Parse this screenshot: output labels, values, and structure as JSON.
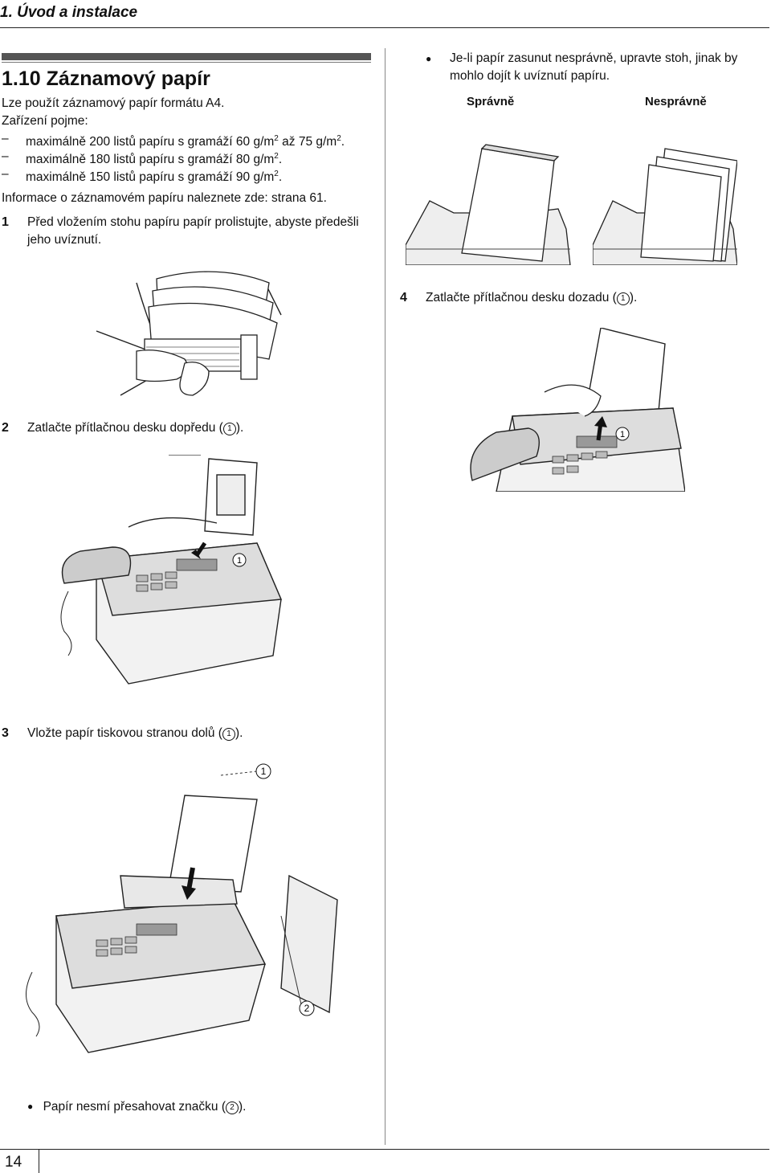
{
  "header": {
    "title": "1. Úvod a instalace"
  },
  "section": {
    "title": "1.10 Záznamový papír",
    "intro": "Lze použít záznamový papír formátu A4.",
    "holds_label": "Zařízení pojme:",
    "bullets": [
      {
        "dash": "–",
        "text": "maximálně 200 listů papíru s gramáží 60 g/m",
        "sup": "2",
        "tail": " až 75 g/m",
        "tail_sup": "2",
        "end": "."
      },
      {
        "dash": "–",
        "text": "maximálně 180 listů papíru s gramáží 80 g/m",
        "sup": "2",
        "end": "."
      },
      {
        "dash": "–",
        "text": "maximálně 150 listů papíru s gramáží 90 g/m",
        "sup": "2",
        "end": "."
      }
    ],
    "info": "Informace o záznamovém papíru naleznete zde: strana 61."
  },
  "steps": [
    {
      "num": "1",
      "text_line1": "Před vložením stohu papíru papír prolistujte, abyste předešli",
      "text_line2": "jeho uvíznutí."
    },
    {
      "num": "2",
      "text": "Zatlačte přítlačnou desku dopředu (",
      "marker": "1",
      "end": ")."
    },
    {
      "num": "3",
      "text": "Vložte papír tiskovou stranou dolů (",
      "marker": "1",
      "end": ")."
    },
    {
      "num": "4",
      "text": "Zatlačte přítlačnou desku dozadu (",
      "marker": "1",
      "end": ")."
    }
  ],
  "notes": {
    "step3_note": {
      "bullet": "●",
      "text": "Papír nesmí přesahovat značku (",
      "marker": "2",
      "end": ")."
    },
    "right_note": {
      "bullet": "●",
      "line1": "Je-li papír zasunut nesprávně, upravte stoh, jinak by",
      "line2": "mohlo dojít k uvíznutí papíru."
    }
  },
  "labels": {
    "correct": "Správně",
    "incorrect": "Nesprávně",
    "marker_1": "1",
    "marker_2": "2"
  },
  "footer": {
    "page_number": "14"
  }
}
